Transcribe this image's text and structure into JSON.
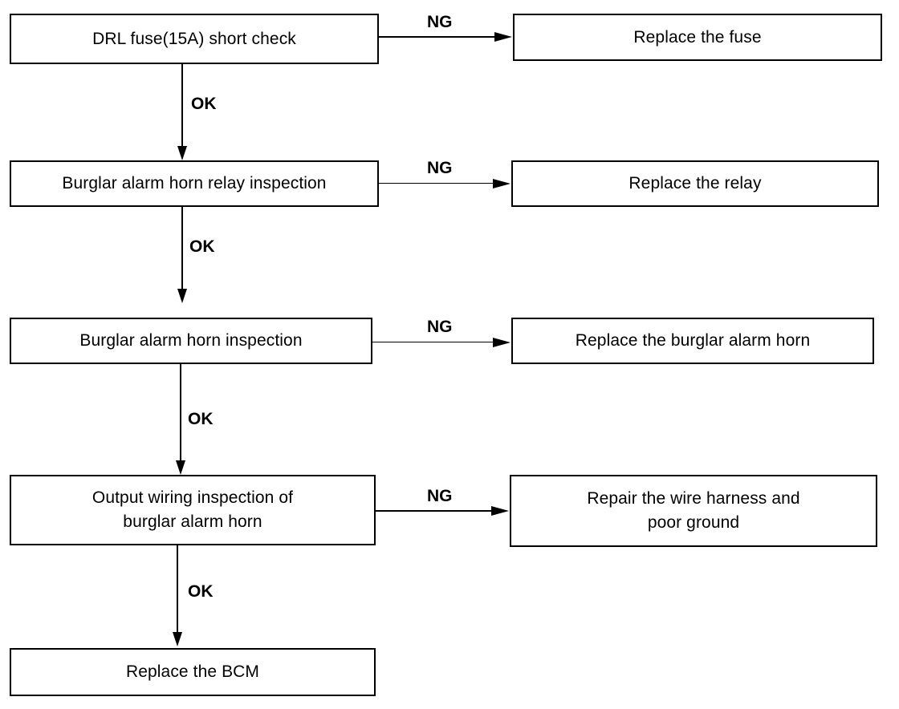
{
  "steps": {
    "s1": "DRL fuse(15A) short check",
    "s2": "Burglar alarm horn relay inspection",
    "s3": "Burglar alarm horn inspection",
    "s4": "Output wiring inspection of\nburglar alarm horn",
    "s5": "Replace the BCM"
  },
  "actions": {
    "a1": "Replace the fuse",
    "a2": "Replace the relay",
    "a3": "Replace the burglar alarm horn",
    "a4": "Repair the wire harness and\npoor ground"
  },
  "labels": {
    "ok": "OK",
    "ng": "NG"
  }
}
